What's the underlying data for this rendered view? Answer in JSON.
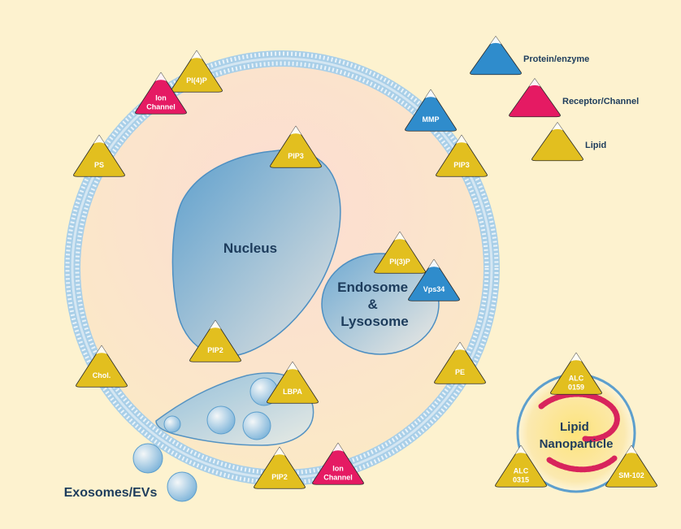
{
  "colors": {
    "background": "#fdf2cf",
    "protein": "#2f8ccc",
    "receptor": "#e51a63",
    "lipid": "#e2bf1f",
    "membrane": "#a9cfe8",
    "cytoplasm": "#fbe5cd",
    "organelle": "#8fbfdc",
    "text_dark": "#1d3c5c",
    "rna": "#d8245c"
  },
  "legend": [
    {
      "label": "Protein/enzyme",
      "kind": "protein"
    },
    {
      "label": "Receptor/Channel",
      "kind": "receptor"
    },
    {
      "label": "Lipid",
      "kind": "lipid"
    }
  ],
  "organelles": {
    "nucleus": "Nucleus",
    "endosome_lines": [
      "Endosome",
      "&",
      "Lysosome"
    ],
    "exosomes": "Exosomes/EVs",
    "lnp_lines": [
      "Lipid",
      "Nanoparticle"
    ]
  },
  "markers": [
    {
      "id": "pi4p",
      "kind": "lipid",
      "lines": [
        "PI(4)P"
      ]
    },
    {
      "id": "ion-channel-top",
      "kind": "receptor",
      "lines": [
        "Ion",
        "Channel"
      ]
    },
    {
      "id": "mmp",
      "kind": "protein",
      "lines": [
        "MMP"
      ]
    },
    {
      "id": "ps",
      "kind": "lipid",
      "lines": [
        "PS"
      ]
    },
    {
      "id": "pip3-nucleus",
      "kind": "lipid",
      "lines": [
        "PIP3"
      ]
    },
    {
      "id": "pip3-membrane",
      "kind": "lipid",
      "lines": [
        "PIP3"
      ]
    },
    {
      "id": "pi3p",
      "kind": "lipid",
      "lines": [
        "PI(3)P"
      ]
    },
    {
      "id": "vps34",
      "kind": "protein",
      "lines": [
        "Vps34"
      ]
    },
    {
      "id": "pip2-nucleus",
      "kind": "lipid",
      "lines": [
        "PIP2"
      ]
    },
    {
      "id": "chol",
      "kind": "lipid",
      "lines": [
        "Chol."
      ]
    },
    {
      "id": "lbpa",
      "kind": "lipid",
      "lines": [
        "LBPA"
      ]
    },
    {
      "id": "pe",
      "kind": "lipid",
      "lines": [
        "PE"
      ]
    },
    {
      "id": "pip2-bottom",
      "kind": "lipid",
      "lines": [
        "PIP2"
      ]
    },
    {
      "id": "ion-channel-bottom",
      "kind": "receptor",
      "lines": [
        "Ion",
        "Channel"
      ]
    },
    {
      "id": "alc-0159",
      "kind": "lipid",
      "lines": [
        "ALC",
        "0159"
      ]
    },
    {
      "id": "alc-0315",
      "kind": "lipid",
      "lines": [
        "ALC",
        "0315"
      ]
    },
    {
      "id": "sm-102",
      "kind": "lipid",
      "lines": [
        "SM-102"
      ]
    }
  ]
}
